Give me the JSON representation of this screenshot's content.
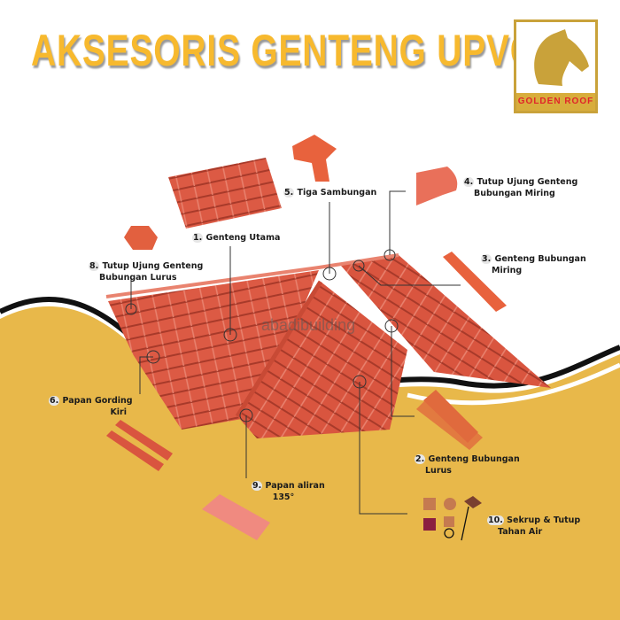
{
  "title": "AKSESORIS GENTENG UPVC",
  "logo": {
    "text": "GOLDEN ROOF"
  },
  "watermark": "abadibuilding",
  "colors": {
    "title": "#f7b92e",
    "background_bottom": "#e8b84a",
    "tile": "#d9553f",
    "logo_gold": "#c9a23a"
  },
  "labels": {
    "genteng_utama": {
      "num": "1.",
      "line1": "Genteng Utama"
    },
    "bubungan_lurus": {
      "num": "2.",
      "line1": "Genteng Bubungan",
      "line2": "Lurus"
    },
    "bubungan_miring": {
      "num": "3.",
      "line1": "Genteng Bubungan",
      "line2": "Miring"
    },
    "tutup_miring": {
      "num": "4.",
      "line1": "Tutup Ujung Genteng",
      "line2": "Bubungan Miring"
    },
    "tiga_sambungan": {
      "num": "5.",
      "line1": "Tiga Sambungan"
    },
    "papan_gording": {
      "num": "6.",
      "line1": "Papan Gording",
      "line2": "Kiri"
    },
    "tutup_lurus": {
      "num": "8.",
      "line1": "Tutup Ujung Genteng",
      "line2": "Bubungan Lurus"
    },
    "papan_aliran": {
      "num": "9.",
      "line1": "Papan aliran",
      "line2": "135°"
    },
    "sekrup": {
      "num": "10.",
      "line1": "Sekrup & Tutup",
      "line2": "Tahan Air"
    }
  }
}
